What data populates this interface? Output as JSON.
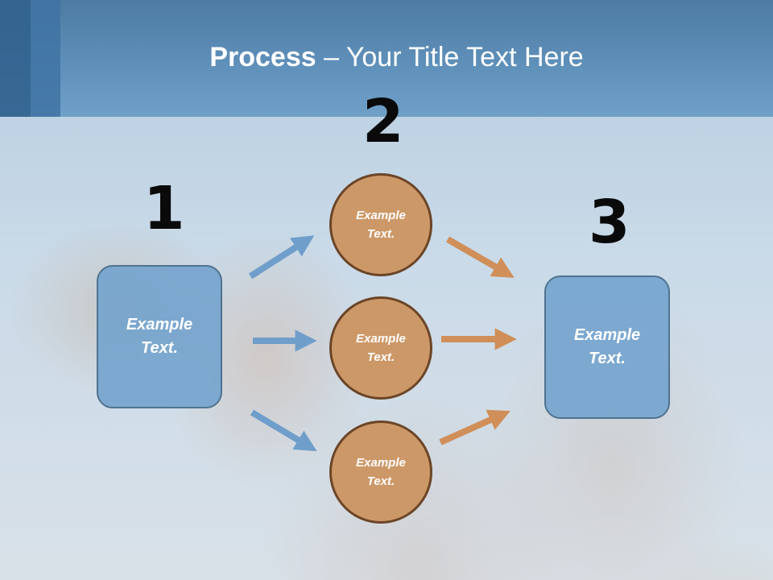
{
  "title": {
    "bold": "Process",
    "rest": " – Your Title Text Here"
  },
  "steps": [
    {
      "number": "1",
      "text": "Example Text."
    },
    {
      "number": "2",
      "items": [
        {
          "text": "Example Text."
        },
        {
          "text": "Example Text."
        },
        {
          "text": "Example Text."
        }
      ]
    },
    {
      "number": "3",
      "text": "Example Text."
    }
  ],
  "colors": {
    "title_band": "#5f90ba",
    "box_fill": "#6ea0cd",
    "box_border": "#4f7390",
    "circle_fill": "#cd9868",
    "circle_border": "#6b4527",
    "arrow_blue": "#6f9ecb",
    "arrow_orange": "#d08e58"
  }
}
